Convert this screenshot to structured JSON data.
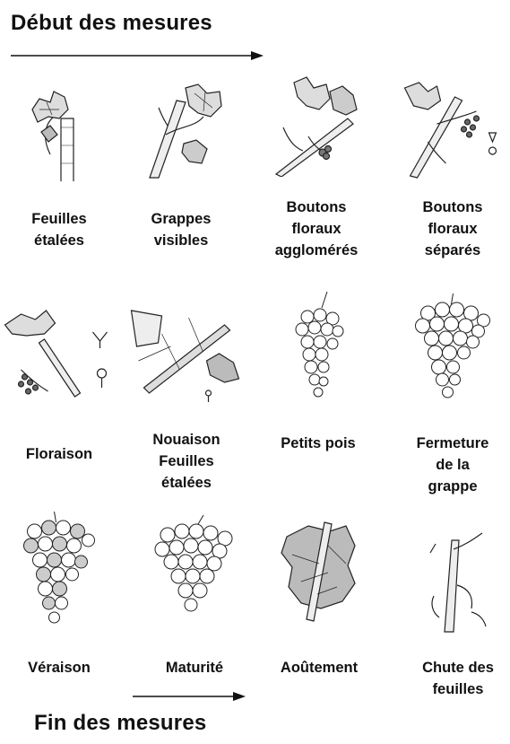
{
  "header": {
    "title": "Début des mesures"
  },
  "footer": {
    "title": "Fin des mesures"
  },
  "stages": [
    {
      "label": "Feuilles\nétalées",
      "icon": "vine-shoot-leaves-unfolded"
    },
    {
      "label": "Grappes\nvisibles",
      "icon": "vine-shoot-clusters-visible"
    },
    {
      "label": "Boutons\nfloraux\nagglomérés",
      "icon": "vine-flower-buds-clustered"
    },
    {
      "label": "Boutons\nfloraux\nséparés",
      "icon": "vine-flower-buds-separated"
    },
    {
      "label": "Floraison",
      "icon": "vine-flowering"
    },
    {
      "label": "Nouaison\nFeuilles\nétalées",
      "icon": "vine-fruit-set"
    },
    {
      "label": "Petits pois",
      "icon": "grape-cluster-pea-size"
    },
    {
      "label": "Fermeture\nde la\ngrappe",
      "icon": "grape-cluster-closure"
    },
    {
      "label": "Véraison",
      "icon": "grape-cluster-veraison"
    },
    {
      "label": "Maturité",
      "icon": "grape-cluster-maturity"
    },
    {
      "label": "Aoûtement",
      "icon": "vine-wood-ripening"
    },
    {
      "label": "Chute des\nfeuilles",
      "icon": "vine-leaf-fall"
    }
  ]
}
